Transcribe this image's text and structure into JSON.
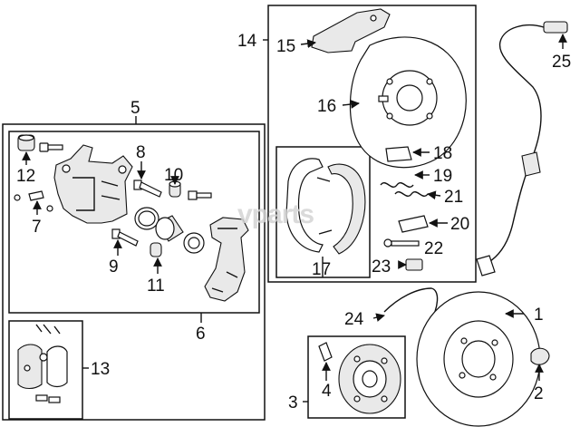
{
  "watermark": "vparts",
  "callouts": [
    {
      "id": "c1",
      "text": "1"
    },
    {
      "id": "c2",
      "text": "2"
    },
    {
      "id": "c3",
      "text": "3"
    },
    {
      "id": "c4",
      "text": "4"
    },
    {
      "id": "c5",
      "text": "5"
    },
    {
      "id": "c6",
      "text": "6"
    },
    {
      "id": "c7",
      "text": "7"
    },
    {
      "id": "c8",
      "text": "8"
    },
    {
      "id": "c9",
      "text": "9"
    },
    {
      "id": "c10",
      "text": "10"
    },
    {
      "id": "c11",
      "text": "11"
    },
    {
      "id": "c12",
      "text": "12"
    },
    {
      "id": "c13",
      "text": "13"
    },
    {
      "id": "c14",
      "text": "14"
    },
    {
      "id": "c15",
      "text": "15"
    },
    {
      "id": "c16",
      "text": "16"
    },
    {
      "id": "c17",
      "text": "17"
    },
    {
      "id": "c18",
      "text": "18"
    },
    {
      "id": "c19",
      "text": "19"
    },
    {
      "id": "c20",
      "text": "20"
    },
    {
      "id": "c21",
      "text": "21"
    },
    {
      "id": "c22",
      "text": "22"
    },
    {
      "id": "c23",
      "text": "23"
    },
    {
      "id": "c24",
      "text": "24"
    },
    {
      "id": "c25",
      "text": "25"
    }
  ]
}
